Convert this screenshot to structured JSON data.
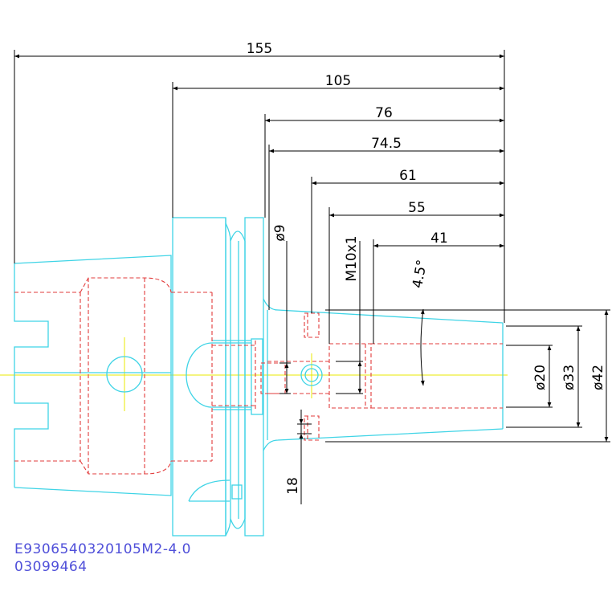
{
  "colors": {
    "outline": "#3fd4e6",
    "hidden": "#e23b3b",
    "center": "#e8e800",
    "dimension": "#000000",
    "footer": "#4f4fd9"
  },
  "dimensions": {
    "horizontal": [
      {
        "id": "dim-155",
        "label": "155"
      },
      {
        "id": "dim-105",
        "label": "105"
      },
      {
        "id": "dim-76",
        "label": "76"
      },
      {
        "id": "dim-74-5",
        "label": "74.5"
      },
      {
        "id": "dim-61",
        "label": "61"
      },
      {
        "id": "dim-55",
        "label": "55"
      },
      {
        "id": "dim-41",
        "label": "41"
      }
    ],
    "vertical": [
      {
        "id": "dim-d9",
        "label": "ø9"
      },
      {
        "id": "dim-m10",
        "label": "M10x1"
      },
      {
        "id": "dim-18",
        "label": "18"
      },
      {
        "id": "dim-d20",
        "label": "ø20"
      },
      {
        "id": "dim-d33",
        "label": "ø33"
      },
      {
        "id": "dim-d42",
        "label": "ø42"
      }
    ],
    "angle": {
      "label": "4.5°"
    }
  },
  "footer": {
    "part_code": "E9306540320105M2-4.0",
    "serial": "03099464"
  }
}
